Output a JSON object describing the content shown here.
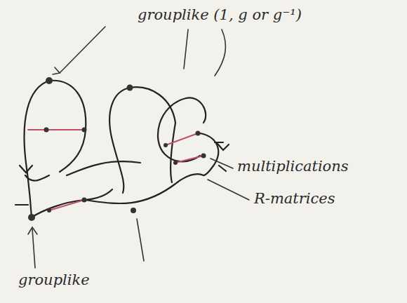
{
  "diagram": {
    "labels": [
      "grouplike (1, g or g⁻¹)",
      "multiplications",
      "R-matrices",
      "grouplike"
    ]
  }
}
